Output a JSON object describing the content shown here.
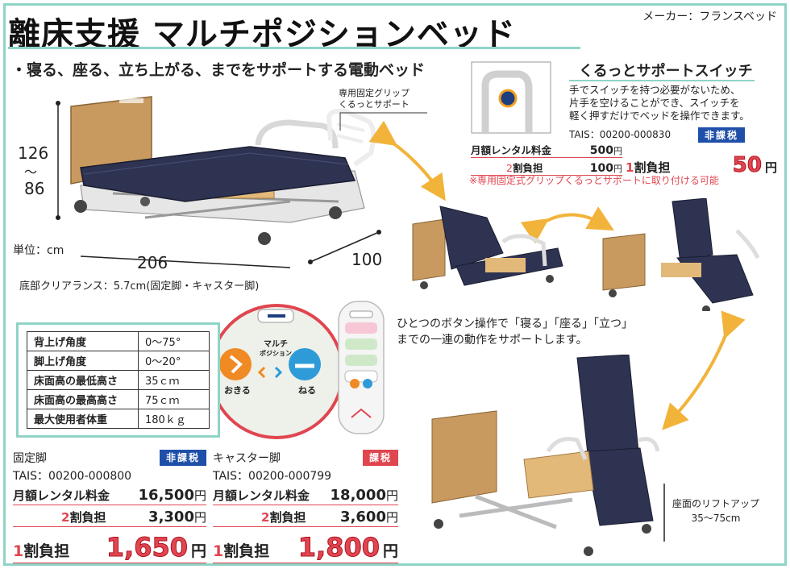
{
  "header": {
    "title": "離床支援 マルチポジションベッド",
    "maker": "メーカー：フランスベッド"
  },
  "lead": "・寝る、座る、立ち上がる、までをサポートする電動ベッド",
  "bed_dims": {
    "height_top": "126",
    "height_tilde": "～",
    "height_bottom": "86",
    "unit": "単位：cm",
    "length": "206",
    "width": "100",
    "clearance": "底部クリアランス：5.7cm(固定脚・キャスター脚)"
  },
  "grip_callout": {
    "line1": "専用固定グリップ",
    "line2": "くるっとサポート"
  },
  "switch": {
    "title": "くるっとサポートスイッチ",
    "desc_lines": [
      "手でスイッチを持つ必要がないため、",
      "片手を空けることができ、スイッチを",
      "軽く押すだけでベッドを操作できます。"
    ],
    "tais": "TAIS：00200-000830",
    "badge": "非課税",
    "monthly_label": "月額レンタル料金",
    "monthly_value": "500",
    "yen": "円",
    "two_label_num": "2",
    "two_label": "割負担",
    "two_value": "100",
    "one_label_num": "1",
    "one_label": "割負担",
    "one_value": "50",
    "note": "※専用固定式グリップくるっとサポートに取り付ける可能"
  },
  "remote": {
    "multi_line1": "マルチ",
    "multi_line2": "ポジション",
    "left_label": "おきる",
    "right_label": "ねる"
  },
  "flow_text": {
    "line1": "ひとつのボタン操作で「寝る」「座る」「立つ」",
    "line2": "までの一連の動作をサポートします。"
  },
  "lift": {
    "line1": "座面のリフトアップ",
    "line2": "35～75cm"
  },
  "spec": [
    {
      "k": "背上げ角度",
      "v": "0～75°"
    },
    {
      "k": "脚上げ角度",
      "v": "0～20°"
    },
    {
      "k": "床面高の最低高さ",
      "v": "35ｃｍ"
    },
    {
      "k": "床面高の最高高さ",
      "v": "75ｃｍ"
    },
    {
      "k": "最大使用者体重",
      "v": "180ｋｇ"
    }
  ],
  "fixed": {
    "name": "固定脚",
    "badge": "非課税",
    "tais": "TAIS：00200-000800",
    "monthly_label": "月額レンタル料金",
    "monthly_value": "16,500",
    "two_num": "2",
    "two_label": "割負担",
    "two_value": "3,300",
    "one_num": "1",
    "one_label": "割負担",
    "one_value": "1,650",
    "yen": "円"
  },
  "caster": {
    "name": "キャスター脚",
    "badge": "課税",
    "tais": "TAIS：00200-000799",
    "monthly_label": "月額レンタル料金",
    "monthly_value": "18,000",
    "two_num": "2",
    "two_label": "割負担",
    "two_value": "3,600",
    "one_num": "1",
    "one_label": "割負担",
    "one_value": "1,800",
    "yen": "円"
  },
  "colors": {
    "frame": "#8fd3c7",
    "accent_red": "#e04650",
    "badge_blue": "#1f4fa8",
    "arrow": "#f2b33a",
    "wood": "#c89a60",
    "mattress": "#2e3352"
  }
}
